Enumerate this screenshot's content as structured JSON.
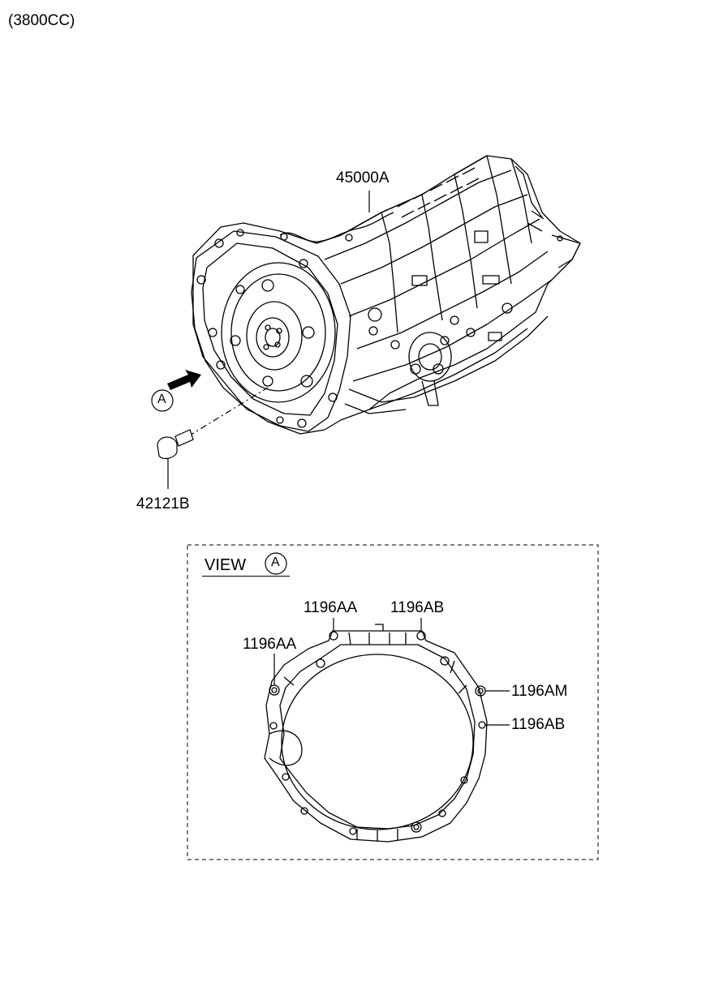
{
  "header": {
    "engine_label": "(3800CC)"
  },
  "parts": {
    "transmission": "45000A",
    "plug": "42121B"
  },
  "view": {
    "title": "VIEW",
    "marker": "A",
    "callouts": {
      "top_left": "1196AA",
      "top_right": "1196AB",
      "left": "1196AA",
      "right_upper": "1196AM",
      "right_lower": "1196AB"
    }
  },
  "arrow_marker": "A",
  "colors": {
    "line": "#000000",
    "background": "#ffffff"
  }
}
